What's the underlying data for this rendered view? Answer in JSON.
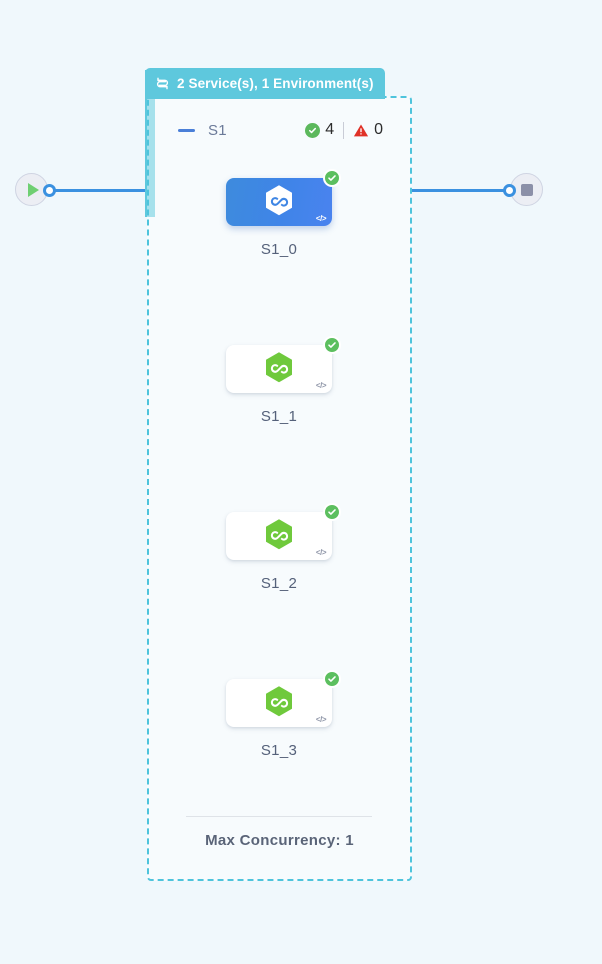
{
  "group": {
    "tab": {
      "icon": "cycle-loop-icon",
      "label": "2 Service(s), 1 Environment(s)"
    },
    "service": {
      "collapse_icon": "minus-collapse-icon",
      "name": "S1",
      "counters": {
        "ok_icon": "check-circle-icon",
        "ok_count": "4",
        "warn_icon": "warning-triangle-icon",
        "warn_count": "0"
      }
    },
    "footer": {
      "max_concurrency_label": "Max Concurrency: 1"
    },
    "nodes": [
      {
        "label": "S1_0",
        "selected": true,
        "status": "ok",
        "code_icon_text": "</>",
        "hex_icon": "infinity-hexagon-icon",
        "status_icon": "check-badge-icon"
      },
      {
        "label": "S1_1",
        "selected": false,
        "status": "ok",
        "code_icon_text": "</>",
        "hex_icon": "infinity-hexagon-icon",
        "status_icon": "check-badge-icon"
      },
      {
        "label": "S1_2",
        "selected": false,
        "status": "ok",
        "code_icon_text": "</>",
        "hex_icon": "infinity-hexagon-icon",
        "status_icon": "check-badge-icon"
      },
      {
        "label": "S1_3",
        "selected": false,
        "status": "ok",
        "code_icon_text": "</>",
        "hex_icon": "infinity-hexagon-icon",
        "status_icon": "check-badge-icon"
      }
    ]
  },
  "flow": {
    "start_icon": "play-icon",
    "end_icon": "stop-icon",
    "start_port_icon": "connector-port-icon",
    "end_port_icon": "connector-port-icon"
  },
  "colors": {
    "canvas_background": "#f0f8fc",
    "group_border": "#4ec4dc",
    "group_tab": "#5ec8dd",
    "edge": "#3b91e0",
    "selected_node": "#3f86e4",
    "status_ok": "#5cbf5f",
    "status_warn": "#e03127",
    "hexagon_green": "#6fc93c",
    "label_text": "#55617a"
  }
}
